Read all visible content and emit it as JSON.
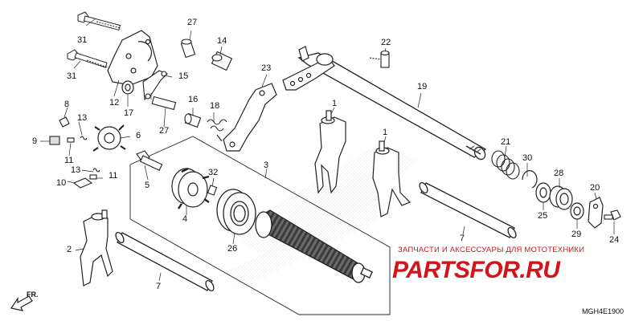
{
  "diagram": {
    "code": "MGH4E1900",
    "front_label": "FR.",
    "callouts": {
      "c1a": "1",
      "c1b": "1",
      "c2": "2",
      "c3": "3",
      "c4": "4",
      "c5": "5",
      "c6": "6",
      "c7a": "7",
      "c7b": "7",
      "c8": "8",
      "c9": "9",
      "c10": "10",
      "c11a": "11",
      "c11b": "11",
      "c12": "12",
      "c13a": "13",
      "c13b": "13",
      "c14": "14",
      "c15": "15",
      "c16": "16",
      "c17": "17",
      "c18": "18",
      "c19": "19",
      "c20": "20",
      "c21": "21",
      "c22": "22",
      "c23": "23",
      "c24": "24",
      "c25": "25",
      "c26": "26",
      "c27a": "27",
      "c27b": "27",
      "c28": "28",
      "c29": "29",
      "c30": "30",
      "c31a": "31",
      "c31b": "31",
      "c32": "32"
    }
  },
  "watermark": {
    "caption": "ЗАПЧАСТИ И АКСЕССУАРЫ ДЛЯ МОТОТЕХНИКИ",
    "logo": "PARTSFOR.RU",
    "color": "#d3141b"
  }
}
